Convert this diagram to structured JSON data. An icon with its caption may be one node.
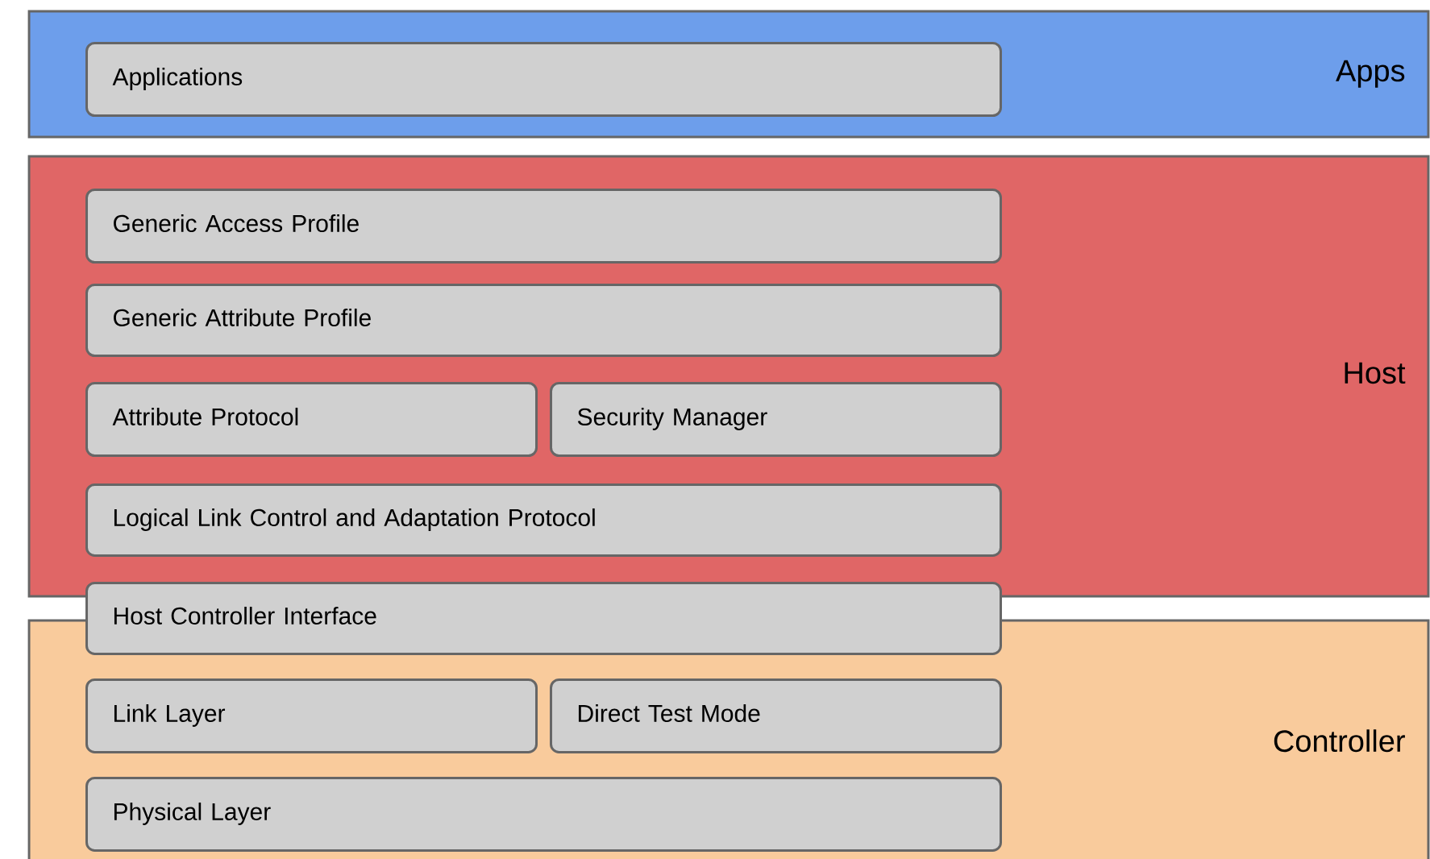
{
  "diagram": {
    "nodes": [
      {
        "text": [
          "Apps"
        ]
      },
      {
        "text": [
          "Applications"
        ],
        "in": 0
      },
      {
        "text": [
          "Host"
        ]
      },
      {
        "text": [
          "Generic Access Profile"
        ],
        "in": 2
      },
      {
        "text": [
          "Generic Attribute Profile"
        ],
        "in": 2
      },
      {
        "text": [
          "Attribute Protocol"
        ],
        "in": 2
      },
      {
        "text": [
          "Security Manager"
        ],
        "in": 2
      },
      {
        "text": [
          "Logical Link Control and Adaptation Protocol"
        ],
        "in": 2
      },
      {
        "text": [
          "Host Controller Interface"
        ]
      },
      {
        "text": [
          "Controller"
        ]
      },
      {
        "text": [
          "Link Layer"
        ],
        "in": 9
      },
      {
        "text": [
          "Direct Test Mode"
        ],
        "in": 9
      },
      {
        "text": [
          "Physical Layer"
        ],
        "in": 9
      }
    ]
  }
}
